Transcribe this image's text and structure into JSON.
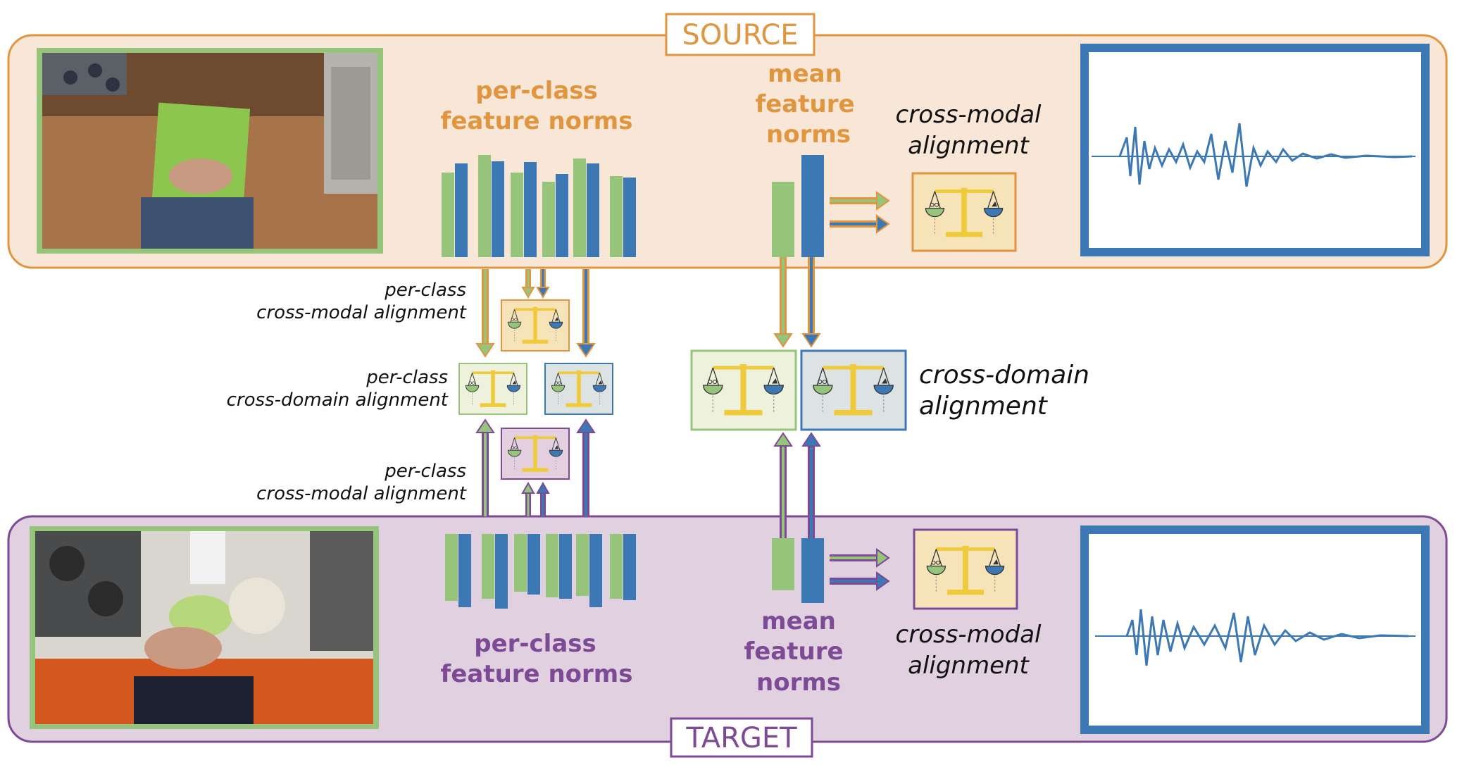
{
  "source": {
    "title": "SOURCE",
    "per_class_label": [
      "per-class",
      "feature norms"
    ],
    "mean_label": [
      "mean",
      "feature",
      "norms"
    ],
    "cross_modal_label": [
      "cross-modal",
      "alignment"
    ]
  },
  "target": {
    "title": "TARGET",
    "per_class_label": [
      "per-class",
      "feature norms"
    ],
    "mean_label": [
      "mean",
      "feature",
      "norms"
    ],
    "cross_modal_label": [
      "cross-modal",
      "alignment"
    ]
  },
  "middle": {
    "per_class_cross_modal_top": [
      "per-class",
      "cross-modal alignment"
    ],
    "per_class_cross_domain": [
      "per-class",
      "cross-domain alignment"
    ],
    "per_class_cross_modal_bottom": [
      "per-class",
      "cross-modal alignment"
    ],
    "cross_domain": [
      "cross-domain",
      "alignment"
    ]
  },
  "colors": {
    "source_orange": "#e2953f",
    "source_bg": "#f8e7d7",
    "target_purple": "#7d4a96",
    "target_bg": "#e1d0df",
    "visual_green": "#95c47a",
    "audio_blue": "#3c78b4",
    "balance_yellow": "#efcb3c"
  },
  "icons": [
    "kitchen-video-frame-image",
    "audio-waveform-image",
    "balance-scale-icon"
  ]
}
